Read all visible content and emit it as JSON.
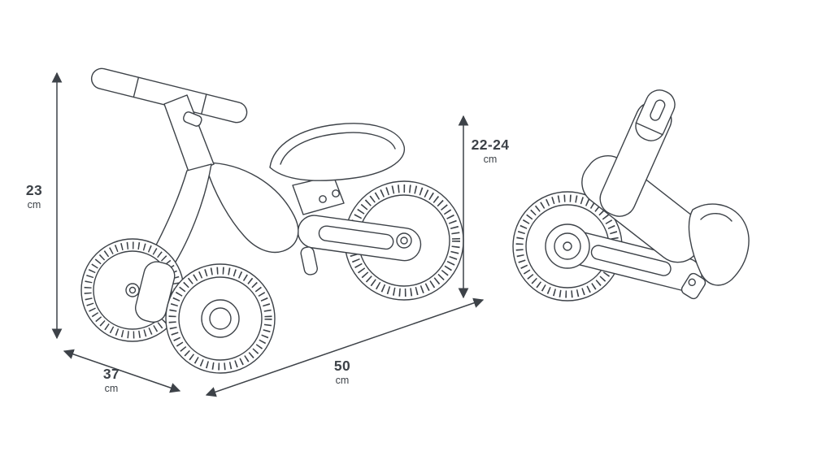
{
  "diagram": {
    "type": "product-dimension-diagram",
    "subject": "toddler balance bike (perspective view and folded side view)",
    "line_color": "#3d4248",
    "background_color": "#ffffff",
    "dimensions": {
      "height": {
        "value": "23",
        "unit": "cm",
        "description": "overall height, vertical arrow at left"
      },
      "depth": {
        "value": "37",
        "unit": "cm",
        "description": "width/depth, diagonal arrow bottom-left"
      },
      "length": {
        "value": "50",
        "unit": "cm",
        "description": "overall length, diagonal arrow along bottom"
      },
      "seat_height": {
        "value": "22-24",
        "unit": "cm",
        "description": "seat height range, vertical arrow right of main view"
      }
    }
  }
}
